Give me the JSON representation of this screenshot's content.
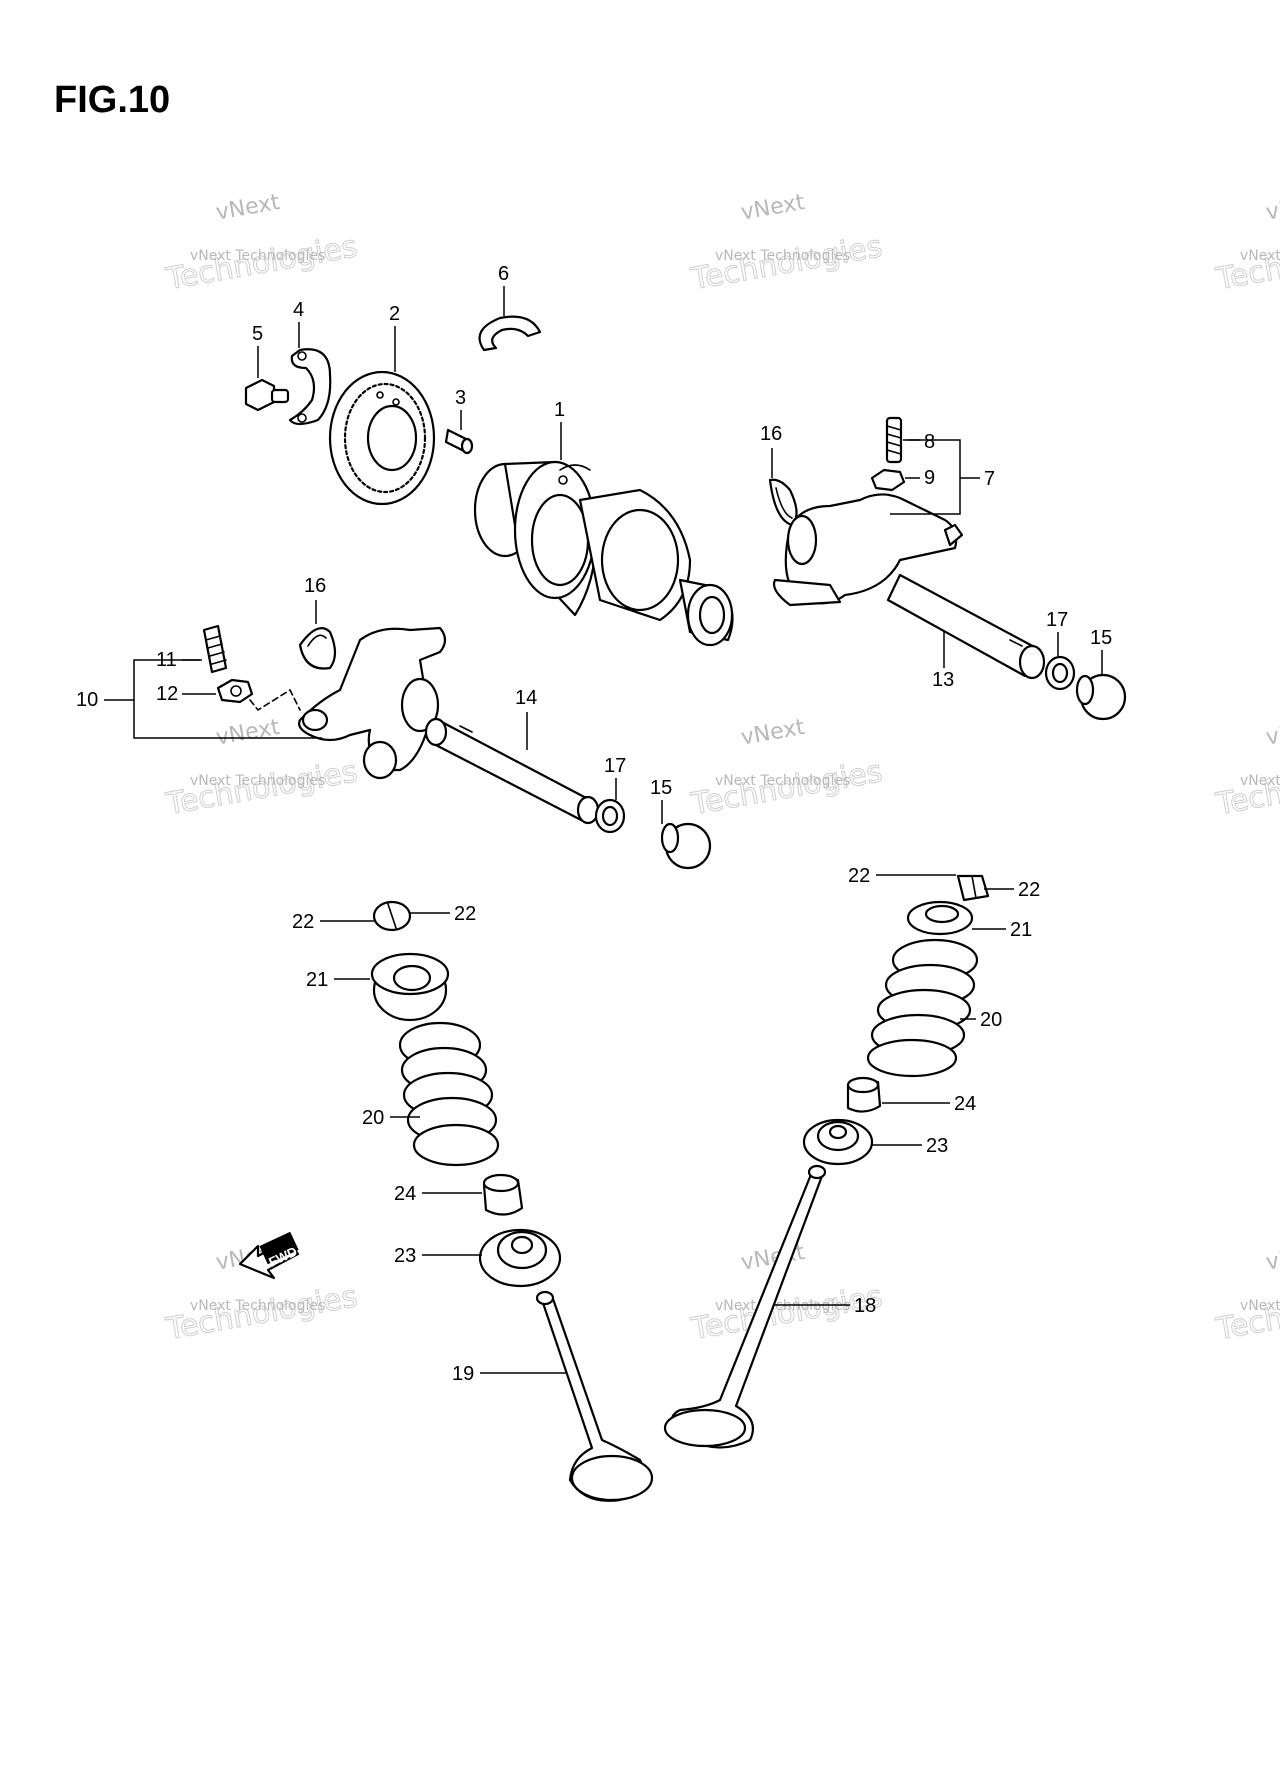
{
  "figure": {
    "title": "FIG.10",
    "fwd_label": "FWD"
  },
  "watermarks": [
    {
      "text": "vNext Technologies",
      "big": "Technologies",
      "small": "vNext"
    },
    {
      "text": "vNext Technologies",
      "big": "Technologies",
      "small": "vNext"
    },
    {
      "text": "vNext Technologies",
      "big": "Technologies",
      "small": "vNext"
    },
    {
      "text": "vNext Technologies",
      "big": "Technologies",
      "small": "vNext"
    },
    {
      "text": "vNext Technologies",
      "big": "Technologies",
      "small": "vNext"
    },
    {
      "text": "vNext Technologies",
      "big": "Technologies",
      "small": "vNext"
    },
    {
      "text": "vNext Technologies",
      "big": "Technologies",
      "small": "vNext"
    },
    {
      "text": "vNext Technologies",
      "big": "Technologies",
      "small": "vNext"
    },
    {
      "text": "vNext Technologies",
      "big": "Technologies",
      "small": "vNext"
    }
  ],
  "callouts": {
    "c1": "1",
    "c2": "2",
    "c3": "3",
    "c4": "4",
    "c5": "5",
    "c6": "6",
    "c7": "7",
    "c8": "8",
    "c9": "9",
    "c10": "10",
    "c11": "11",
    "c12": "12",
    "c13": "13",
    "c14": "14",
    "c15a": "15",
    "c15b": "15",
    "c16a": "16",
    "c16b": "16",
    "c17a": "17",
    "c17b": "17",
    "c18": "18",
    "c19": "19",
    "c20a": "20",
    "c20b": "20",
    "c21a": "21",
    "c21b": "21",
    "c22a": "22",
    "c22b": "22",
    "c22c": "22",
    "c22d": "22",
    "c23a": "23",
    "c23b": "23",
    "c24a": "24",
    "c24b": "24"
  }
}
